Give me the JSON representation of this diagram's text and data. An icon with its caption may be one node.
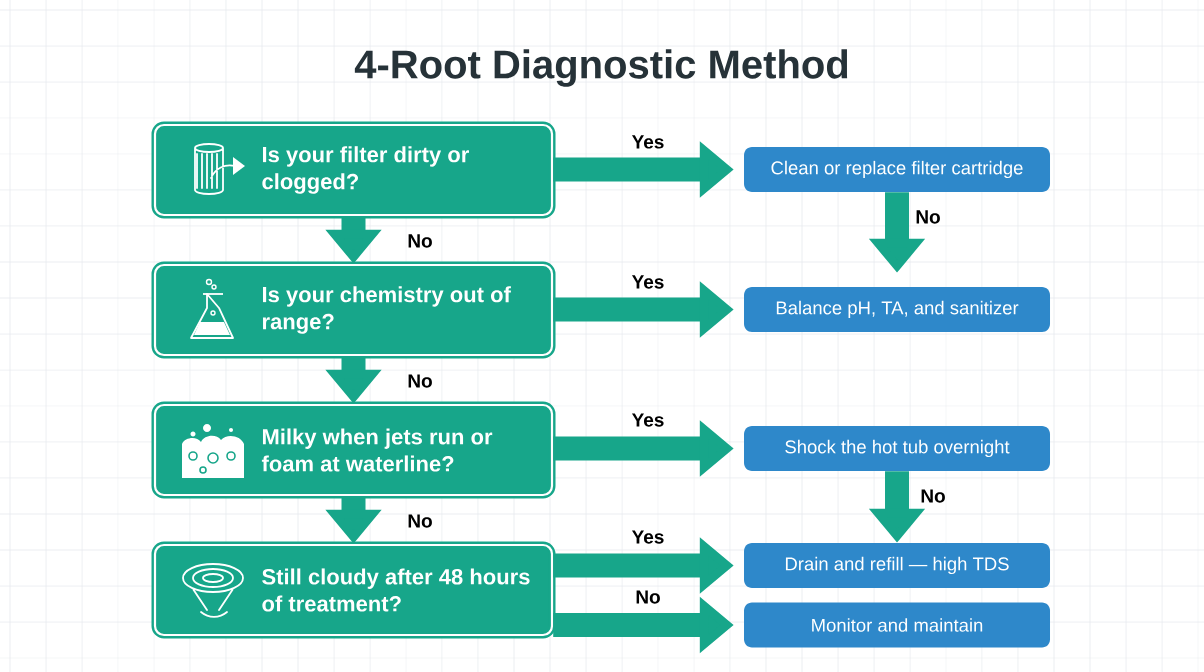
{
  "diagram": {
    "title": "4-Root Diagnostic Method",
    "nodes": [
      {
        "text": [
          "Is your filter dirty or clogged?"
        ]
      },
      {
        "text": [
          "Is your chemistry out of range?"
        ]
      },
      {
        "text": [
          "Milky when jets run or foam at waterline?"
        ]
      },
      {
        "text": [
          "Still cloudy after 48 hours of treatment?"
        ]
      },
      {
        "text": [
          "Clean or replace filter cartridge"
        ]
      },
      {
        "text": [
          "Balance pH, TA, and sanitizer"
        ]
      },
      {
        "text": [
          "Shock the hot tub overnight"
        ]
      },
      {
        "text": [
          "Drain and refill — high TDS"
        ]
      },
      {
        "text": [
          "Monitor and maintain"
        ]
      }
    ],
    "edges": [
      {
        "from": 0,
        "to": 4,
        "arrow": "to",
        "label": "Yes"
      },
      {
        "from": 0,
        "to": 1,
        "arrow": "to",
        "label": "No"
      },
      {
        "from": 4,
        "to": 5,
        "arrow": "to",
        "label": "No"
      },
      {
        "from": 1,
        "to": 5,
        "arrow": "to",
        "label": "Yes"
      },
      {
        "from": 1,
        "to": 2,
        "arrow": "to",
        "label": "No"
      },
      {
        "from": 2,
        "to": 6,
        "arrow": "to",
        "label": "Yes"
      },
      {
        "from": 6,
        "to": 7,
        "arrow": "to",
        "label": "No"
      },
      {
        "from": 2,
        "to": 3,
        "arrow": "to",
        "label": "No"
      },
      {
        "from": 3,
        "to": 7,
        "arrow": "to",
        "label": "Yes"
      },
      {
        "from": 3,
        "to": 8,
        "arrow": "to",
        "label": "No"
      }
    ]
  }
}
